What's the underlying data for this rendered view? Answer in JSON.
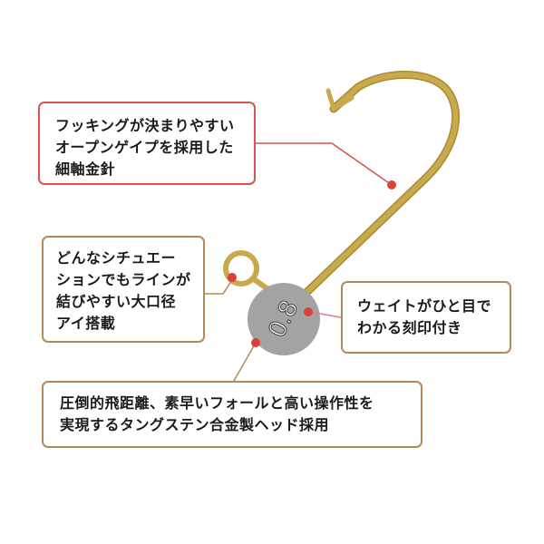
{
  "colors": {
    "hook": "#c8a94b",
    "hook_outline": "#a98a35",
    "head": "#a3a3a3",
    "leader_red": "#d9534f",
    "leader_brown": "#b08a5a",
    "leader_pink": "#e8739a",
    "dot": "#d9423a"
  },
  "head_mark": "0.8",
  "callouts": {
    "hook": "フッキングが決まりやすい\nオープンゲイプを採用した\n細軸金針",
    "line": "どんなシチュエー\nションでもラインが\n結びやすい大口径\nアイ搭載",
    "mark": "ウェイトがひと目で\nわかる刻印付き",
    "head": "圧倒的飛距離、素早いフォールと高い操作性を\n実現するタングステン合金製ヘッド採用"
  }
}
